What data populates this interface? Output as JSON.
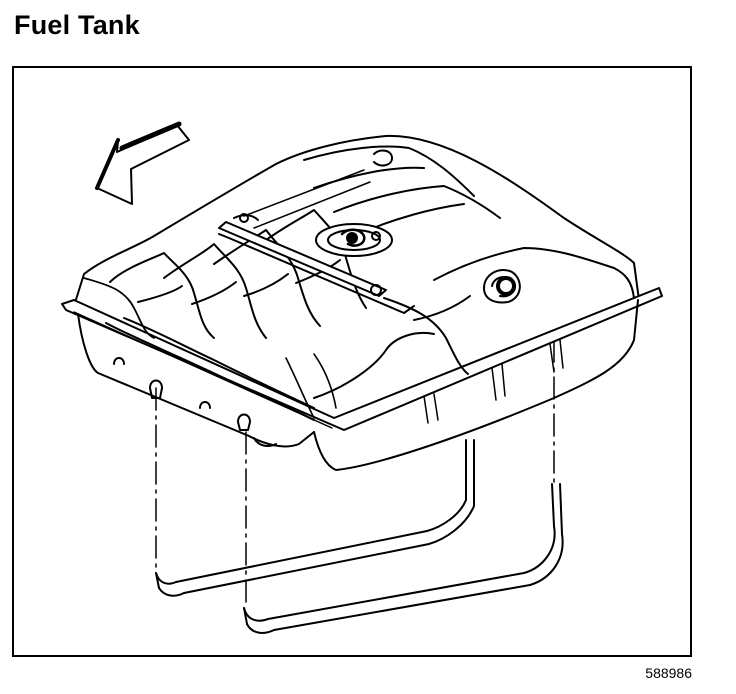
{
  "page": {
    "title": "Fuel Tank",
    "figure_number": "588986"
  },
  "diagram": {
    "parts": [
      "fuel-tank",
      "fuel-tank-strap-left",
      "fuel-tank-strap-right",
      "fuel-pump-module",
      "filler-neck-port",
      "direction-arrow"
    ],
    "colors": {
      "ink": "#000000",
      "shadow": "#bdbdbd",
      "background": "#ffffff"
    }
  }
}
